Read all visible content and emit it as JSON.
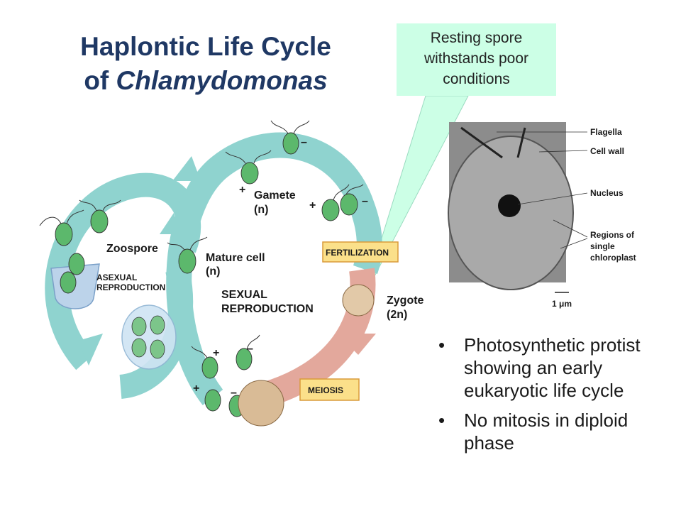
{
  "title": {
    "line1": "Haplontic Life Cycle",
    "line2_prefix": "of ",
    "line2_italic": "Chlamydomonas"
  },
  "callout": {
    "line1": "Resting spore",
    "line2": "withstands poor",
    "line3": "conditions"
  },
  "cycle": {
    "zoospore": "Zoospore",
    "asexual_1": "ASEXUAL",
    "asexual_2": "REPRODUCTION",
    "mature_1": "Mature cell",
    "mature_2": "(n)",
    "sexual_1": "SEXUAL",
    "sexual_2": "REPRODUCTION",
    "gamete_1": "Gamete",
    "gamete_2": "(n)",
    "fertilization": "FERTILIZATION",
    "zygote_1": "Zygote",
    "zygote_2": "(2n)",
    "meiosis": "MEIOSIS",
    "plus": "+",
    "minus": "–"
  },
  "micrograph": {
    "labels": [
      "Flagella",
      "Cell wall",
      "Nucleus",
      "Regions of",
      "single",
      "chloroplast"
    ],
    "scale": "1 μm"
  },
  "bullets": [
    "Photosynthetic protist showing an early eukaryotic life cycle",
    "No mitosis in diploid phase"
  ],
  "colors": {
    "title": "#1f3864",
    "callout": "#ccffe6",
    "arrow": "#8fd3cf",
    "meiosis_arrow": "#e3a89c",
    "label_box": "#fbe08a"
  }
}
